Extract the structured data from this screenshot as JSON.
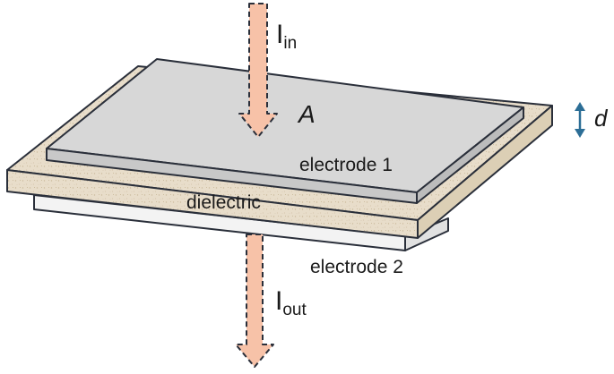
{
  "labels": {
    "current_in_symbol": "I",
    "current_in_subscript": "in",
    "area_symbol": "A",
    "thickness_symbol": "d",
    "electrode_1": "electrode 1",
    "dielectric": "dielectric",
    "electrode_2": "electrode 2",
    "current_out_symbol": "I",
    "current_out_subscript": "out"
  },
  "colors": {
    "electrode_top": "#d6d6d6",
    "electrode_edge": "#bdbdbd",
    "dielectric_top": "#e9dfcf",
    "dielectric_edge": "#d4c6ac",
    "bottom_electrode": "#f2f2f2",
    "outline": "#2a2f3a",
    "arrow_fill": "#f7c2a8",
    "thickness_arrow": "#2c6e96"
  }
}
